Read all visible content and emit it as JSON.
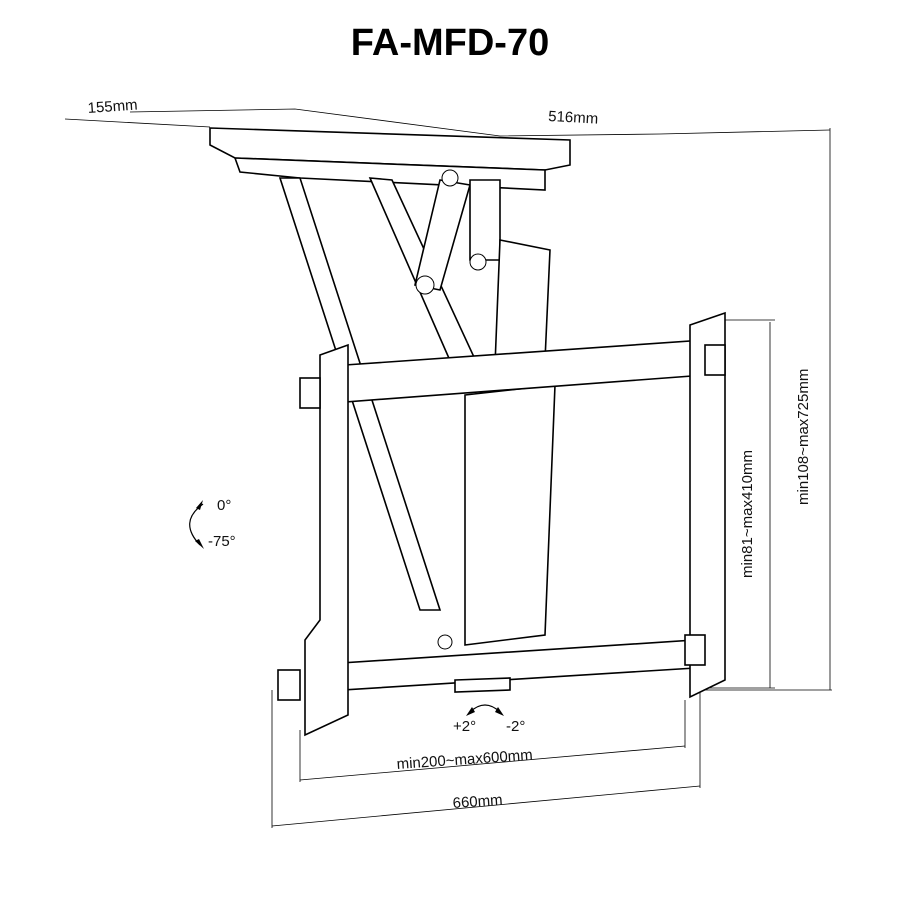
{
  "title": "FA-MFD-70",
  "dimensions": {
    "depth": "155mm",
    "width_plate": "516mm",
    "height_total": "min108~max725mm",
    "height_vesa": "min81~max410mm",
    "vesa_width": "min200~max600mm",
    "width_total": "660mm"
  },
  "tilt": {
    "top": "0°",
    "bottom": "-75°"
  },
  "swivel": {
    "left": "+2°",
    "right": "-2°"
  }
}
